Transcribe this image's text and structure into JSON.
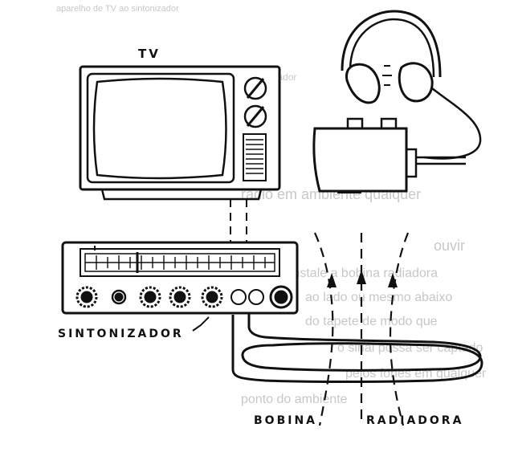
{
  "labels": {
    "tv": "TV",
    "tuner": "SINTONIZADOR",
    "coil": "BOBINA",
    "radiating": "RADIADORA"
  },
  "bleed_through_text": {
    "line1": "aparelho de TV ao sintonizador",
    "line2": "TV com o sintonizador",
    "line3": "rádio em ambiente qualquer",
    "line4": "ouvir",
    "line5": "Instale a bobina radiadora",
    "line6": "ao lado ou mesmo abaixo",
    "line7": "do tapete de modo que",
    "line8": "o sinal possa ser captado",
    "line9": "pelos fones em qualquer",
    "line10": "ponto do ambiente"
  },
  "colors": {
    "ink": "#111111",
    "paper": "#ffffff",
    "ghost": "#9a9a9a"
  }
}
